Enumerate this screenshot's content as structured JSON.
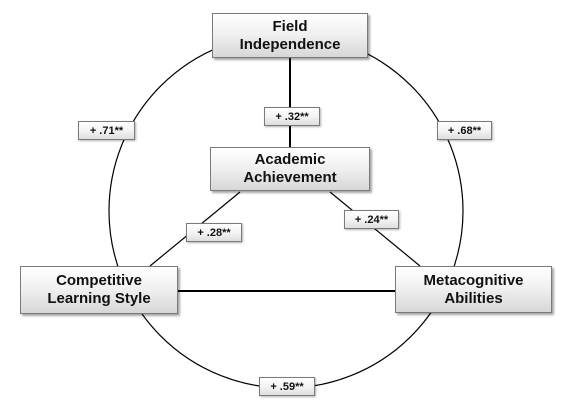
{
  "nodes": {
    "field_independence": {
      "line1": "Field",
      "line2": "Independence"
    },
    "academic_achievement": {
      "line1": "Academic",
      "line2": "Achievement"
    },
    "competitive_learning_style": {
      "line1": "Competitive",
      "line2": "Learning Style"
    },
    "metacognitive_abilities": {
      "line1": "Metacognitive",
      "line2": "Abilities"
    }
  },
  "coefficients": {
    "field_to_competitive": "+ .71**",
    "field_to_academic": "+ .32**",
    "field_to_metacognitive": "+ .68**",
    "competitive_to_academic": "+ .28**",
    "academic_to_metacognitive": "+ .24**",
    "competitive_to_metacognitive": "+ .59**"
  },
  "colors": {
    "line": "#000000",
    "box_border": "#7a7a7a"
  }
}
